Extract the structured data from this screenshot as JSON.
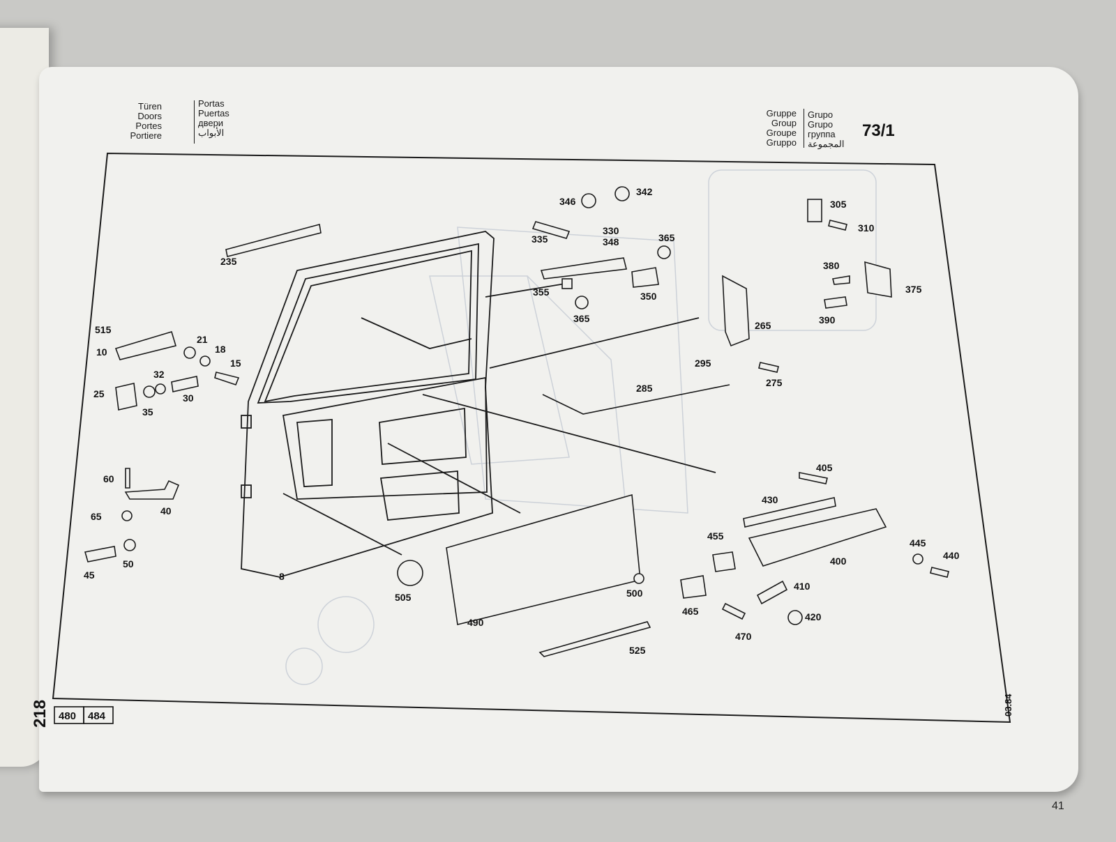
{
  "header_left": {
    "de_en_fr_it": [
      "Türen",
      "Doors",
      "Portes",
      "Portiere"
    ],
    "pt_es_ru_ar": [
      "Portas",
      "Puertas",
      "двери",
      "الأبواب"
    ]
  },
  "header_right": {
    "labels_a": [
      "Gruppe",
      "Group",
      "Groupe",
      "Gruppo"
    ],
    "labels_b": [
      "Grupo",
      "Grupo",
      "группа",
      "المجموعة"
    ],
    "group_code": "73/1"
  },
  "model_series": "218",
  "model_boxes": [
    "480",
    "484"
  ],
  "date_code": "03.84",
  "page_number": "41",
  "callouts": [
    {
      "id": "c235",
      "text": "235"
    },
    {
      "id": "c515",
      "text": "515"
    },
    {
      "id": "c10",
      "text": "10"
    },
    {
      "id": "c21",
      "text": "21"
    },
    {
      "id": "c18",
      "text": "18"
    },
    {
      "id": "c15",
      "text": "15"
    },
    {
      "id": "c32",
      "text": "32"
    },
    {
      "id": "c25",
      "text": "25"
    },
    {
      "id": "c30",
      "text": "30"
    },
    {
      "id": "c35",
      "text": "35"
    },
    {
      "id": "c60",
      "text": "60"
    },
    {
      "id": "c40",
      "text": "40"
    },
    {
      "id": "c65",
      "text": "65"
    },
    {
      "id": "c45",
      "text": "45"
    },
    {
      "id": "c50",
      "text": "50"
    },
    {
      "id": "c8",
      "text": "8"
    },
    {
      "id": "c505",
      "text": "505"
    },
    {
      "id": "c490",
      "text": "490"
    },
    {
      "id": "c500",
      "text": "500"
    },
    {
      "id": "c525",
      "text": "525"
    },
    {
      "id": "c346",
      "text": "346"
    },
    {
      "id": "c342",
      "text": "342"
    },
    {
      "id": "c335",
      "text": "335"
    },
    {
      "id": "c330",
      "text": "330"
    },
    {
      "id": "c348",
      "text": "348"
    },
    {
      "id": "c365a",
      "text": "365"
    },
    {
      "id": "c355",
      "text": "355"
    },
    {
      "id": "c350",
      "text": "350"
    },
    {
      "id": "c365b",
      "text": "365"
    },
    {
      "id": "c305",
      "text": "305"
    },
    {
      "id": "c310",
      "text": "310"
    },
    {
      "id": "c380",
      "text": "380"
    },
    {
      "id": "c375",
      "text": "375"
    },
    {
      "id": "c390",
      "text": "390"
    },
    {
      "id": "c265",
      "text": "265"
    },
    {
      "id": "c295",
      "text": "295"
    },
    {
      "id": "c275",
      "text": "275"
    },
    {
      "id": "c285",
      "text": "285"
    },
    {
      "id": "c405",
      "text": "405"
    },
    {
      "id": "c430",
      "text": "430"
    },
    {
      "id": "c455",
      "text": "455"
    },
    {
      "id": "c445",
      "text": "445"
    },
    {
      "id": "c440",
      "text": "440"
    },
    {
      "id": "c400",
      "text": "400"
    },
    {
      "id": "c410",
      "text": "410"
    },
    {
      "id": "c465",
      "text": "465"
    },
    {
      "id": "c420",
      "text": "420"
    },
    {
      "id": "c470",
      "text": "470"
    }
  ]
}
